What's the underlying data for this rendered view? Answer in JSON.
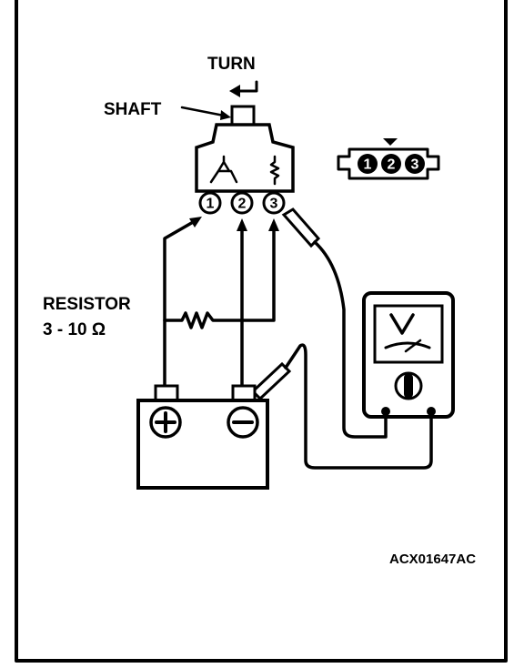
{
  "labels": {
    "turn": "TURN",
    "shaft": "SHAFT",
    "resistor_line1": "RESISTOR",
    "resistor_line2": "3 - 10 Ω",
    "figure_code": "ACX01647AC"
  },
  "sensor_pins": [
    "1",
    "2",
    "3"
  ],
  "connector_pins": [
    "1",
    "2",
    "3"
  ],
  "battery": {
    "positive": "+",
    "negative": "−"
  }
}
